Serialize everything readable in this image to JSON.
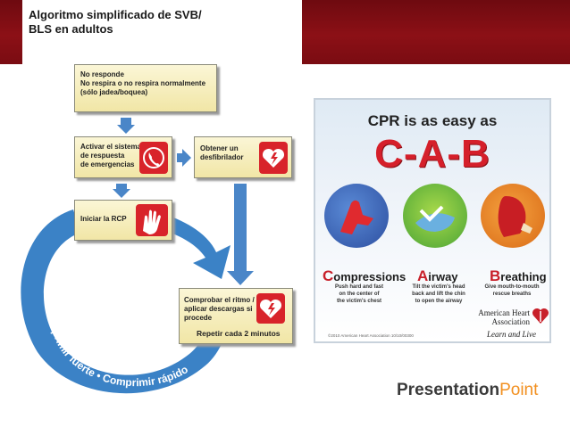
{
  "title": [
    "Algoritmo simplificado de SVB/",
    "BLS en adultos"
  ],
  "boxes": {
    "no_responde": [
      "No responde",
      "No respira o no respira normalmente",
      "(sólo jadea/boquea)"
    ],
    "activar": [
      "Activar el sistema",
      "de respuesta",
      "de emergencias"
    ],
    "obtener": [
      "Obtener un",
      "desfibrilador"
    ],
    "iniciar": "Iniciar la RCP",
    "comprobar": [
      "Comprobar el ritmo /",
      "aplicar descargas si",
      "procede"
    ],
    "repetir": "Repetir cada 2 minutos"
  },
  "cycle_text": [
    "Comprimir fuerte",
    "Comprimir rápido"
  ],
  "poster": {
    "heading": "CPR is as easy as",
    "acronym": "C-A-B",
    "steps": [
      {
        "initial": "C",
        "rest": "ompressions",
        "desc": [
          "Push hard and fast",
          "on the center of",
          "the victim's chest"
        ]
      },
      {
        "initial": "A",
        "rest": "irway",
        "desc": [
          "Tilt the victim's head",
          "back and lift the chin",
          "to open the airway"
        ]
      },
      {
        "initial": "B",
        "rest": "reathing",
        "desc": [
          "Give mouth-to-mouth",
          "rescue breaths"
        ]
      }
    ],
    "logo_lines": [
      "American Heart",
      "Association"
    ],
    "tagline": "Learn and Live",
    "copyright": "©2010 American Heart Association 10/10/00300"
  },
  "brand": {
    "bold": "Presentation",
    "light": "Point"
  },
  "colors": {
    "banner": "#7a0c12",
    "accent_red": "#d51f2a",
    "arrow_blue": "#4a86c8",
    "box_fill": "#f5ecbc",
    "brand_orange": "#f29020"
  },
  "icons": [
    "phone-icon",
    "defibrillator-heart-icon",
    "hands-icon"
  ]
}
